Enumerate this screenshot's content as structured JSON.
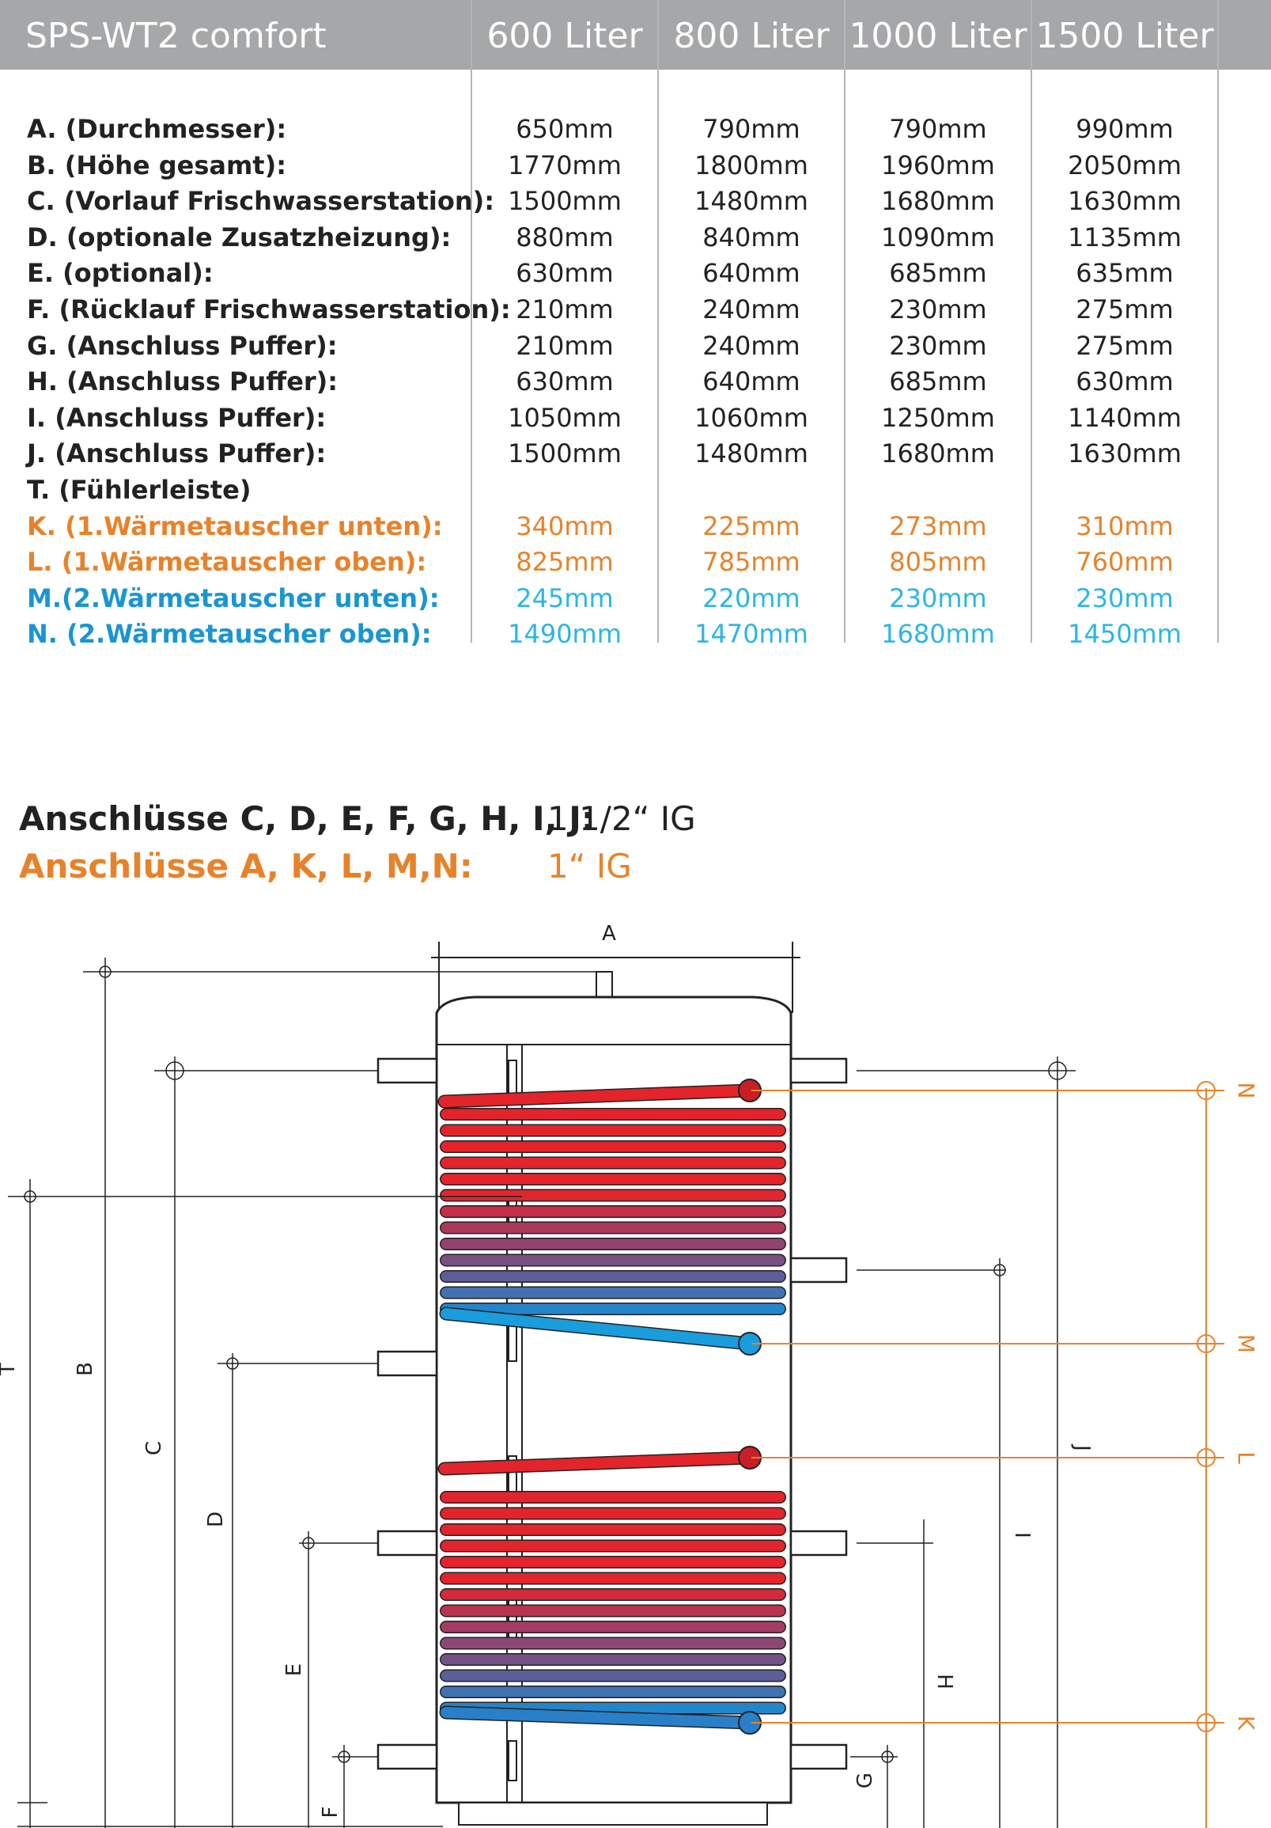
{
  "table": {
    "title": "SPS-WT2 comfort",
    "columns": [
      "600 Liter",
      "800 Liter",
      "1000 Liter",
      "1500 Liter"
    ],
    "rows": [
      {
        "label": "A. (Durchmesser):",
        "values": [
          "650mm",
          "790mm",
          "790mm",
          "990mm"
        ],
        "color": "default"
      },
      {
        "label": "B. (Höhe gesamt):",
        "values": [
          "1770mm",
          "1800mm",
          "1960mm",
          "2050mm"
        ],
        "color": "default"
      },
      {
        "label": "C. (Vorlauf Frischwasserstation):",
        "values": [
          "1500mm",
          "1480mm",
          "1680mm",
          "1630mm"
        ],
        "color": "default"
      },
      {
        "label": "D. (optionale Zusatzheizung):",
        "values": [
          "880mm",
          "840mm",
          "1090mm",
          "1135mm"
        ],
        "color": "default"
      },
      {
        "label": "E. (optional):",
        "values": [
          "630mm",
          "640mm",
          "685mm",
          "635mm"
        ],
        "color": "default"
      },
      {
        "label": "F. (Rücklauf Frischwasserstation):",
        "values": [
          "210mm",
          "240mm",
          "230mm",
          "275mm"
        ],
        "color": "default"
      },
      {
        "label": "G. (Anschluss Puffer):",
        "values": [
          "210mm",
          "240mm",
          "230mm",
          "275mm"
        ],
        "color": "default"
      },
      {
        "label": "H. (Anschluss Puffer):",
        "values": [
          "630mm",
          "640mm",
          "685mm",
          "630mm"
        ],
        "color": "default"
      },
      {
        "label": "I. (Anschluss Puffer):",
        "values": [
          "1050mm",
          "1060mm",
          "1250mm",
          "1140mm"
        ],
        "color": "default"
      },
      {
        "label": "J. (Anschluss Puffer):",
        "values": [
          "1500mm",
          "1480mm",
          "1680mm",
          "1630mm"
        ],
        "color": "default"
      },
      {
        "label": "T. (Fühlerleiste)",
        "values": [
          "",
          "",
          "",
          ""
        ],
        "color": "default"
      },
      {
        "label": "K. (1.Wärmetauscher unten):",
        "values": [
          "340mm",
          "225mm",
          "273mm",
          "310mm"
        ],
        "color": "orange"
      },
      {
        "label": "L. (1.Wärmetauscher oben):",
        "values": [
          "825mm",
          "785mm",
          "805mm",
          "760mm"
        ],
        "color": "orange"
      },
      {
        "label": "M.(2.Wärmetauscher unten):",
        "values": [
          "245mm",
          "220mm",
          "230mm",
          "230mm"
        ],
        "color": "blue"
      },
      {
        "label": "N. (2.Wärmetauscher oben):",
        "values": [
          "1490mm",
          "1470mm",
          "1680mm",
          "1450mm"
        ],
        "color": "blue"
      }
    ]
  },
  "connections": [
    {
      "label": "Anschlüsse C, D, E, F, G, H, I, J:",
      "value": "1 1/2“ IG",
      "color": "#222222"
    },
    {
      "label": "Anschlüsse A, K, L, M,N:",
      "value": "1“ IG",
      "color": "#e8822a"
    }
  ],
  "drawing": {
    "dim_labels": {
      "A": "A",
      "B": "B",
      "C": "C",
      "D": "D",
      "E": "E",
      "F": "F",
      "G": "G",
      "H": "H",
      "I": "I",
      "J": "J",
      "T": "T",
      "K": "K",
      "L": "L",
      "M": "M",
      "N": "N"
    },
    "colors": {
      "orange": "#e8822a",
      "blue": "#1896d8",
      "red": "#e3242b",
      "line": "#222222",
      "header": "#a6a7a9",
      "tank_fill": "#ffffff"
    }
  }
}
